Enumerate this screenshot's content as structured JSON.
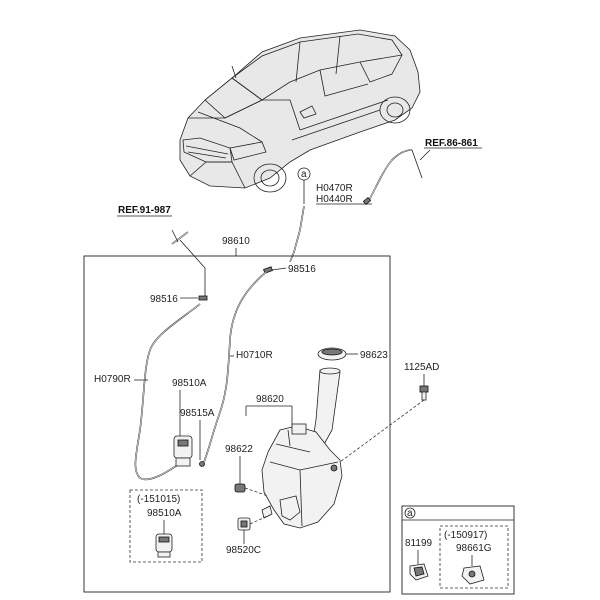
{
  "refs": {
    "ref_right": "REF.86-861",
    "ref_left": "REF.91-987"
  },
  "callout_letter": "a",
  "labels": {
    "h0470r": "H0470R",
    "h0440r": "H0440R",
    "p98610": "98610",
    "p98516_top": "98516",
    "p98516_left": "98516",
    "p98623": "98623",
    "h0710r": "H0710R",
    "h0790r": "H0790R",
    "p98510a": "98510A",
    "p98515a": "98515A",
    "p1125ad": "1125AD",
    "p98620": "98620",
    "p98622": "98622",
    "p98520c": "98520C"
  },
  "inset_left": {
    "date": "(-151015)",
    "part": "98510A"
  },
  "inset_right": {
    "letter": "a",
    "date": "(-150917)",
    "part_a": "81199",
    "part_b": "98661G"
  }
}
